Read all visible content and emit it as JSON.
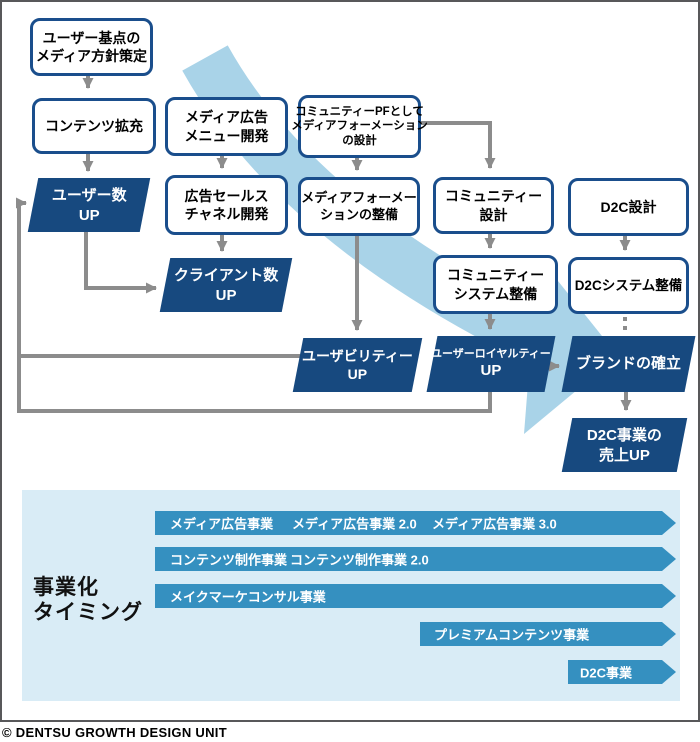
{
  "flow": {
    "policy": {
      "lines": [
        "ユーザー基点の",
        "メディア方針策定"
      ]
    },
    "content_expand": {
      "lines": [
        "コンテンツ拡充"
      ]
    },
    "ad_menu": {
      "lines": [
        "メディア広告",
        "メニュー開発"
      ]
    },
    "community_pf": {
      "lines": [
        "コミュニティーPFとして",
        "メディアフォーメーション",
        "の設計"
      ]
    },
    "user_up": {
      "lines": [
        "ユーザー数",
        "UP"
      ]
    },
    "ad_sales": {
      "lines": [
        "広告セールス",
        "チャネル開発"
      ]
    },
    "formation": {
      "lines": [
        "メディアフォーメー",
        "ションの整備"
      ]
    },
    "community_design": {
      "lines": [
        "コミュニティー",
        "設計"
      ]
    },
    "d2c_design": {
      "lines": [
        "D2C設計"
      ]
    },
    "client_up": {
      "lines": [
        "クライアント数",
        "UP"
      ]
    },
    "community_system": {
      "lines": [
        "コミュニティー",
        "システム整備"
      ]
    },
    "d2c_system": {
      "lines": [
        "D2Cシステム整備"
      ]
    },
    "usability_up": {
      "lines": [
        "ユーザビリティー",
        "UP"
      ]
    },
    "loyalty_up": {
      "lines": [
        "ユーザーロイヤルティー",
        "UP"
      ]
    },
    "brand": {
      "lines": [
        "ブランドの確立"
      ]
    },
    "d2c_sales": {
      "lines": [
        "D2C事業の",
        "売上UP"
      ]
    }
  },
  "timeline": {
    "title_line1": "事業化",
    "title_line2": "タイミング",
    "bars": [
      {
        "labels": [
          "メディア広告事業",
          "メディア広告事業 2.0",
          "メディア広告事業 3.0"
        ]
      },
      {
        "labels": [
          "コンテンツ制作事業",
          "コンテンツ制作事業 2.0"
        ]
      },
      {
        "labels": [
          "メイクマーケコンサル事業"
        ]
      },
      {
        "labels": [
          "プレミアムコンテンツ事業"
        ]
      },
      {
        "labels": [
          "D2C事業"
        ]
      }
    ]
  },
  "footer": {
    "copyright": "© DENTSU GROWTH DESIGN UNIT"
  },
  "colors": {
    "box_fill_dark": "#17497F",
    "box_border": "#1A4E8C",
    "band_light_blue": "#A9D3E8",
    "panel_bg": "#D9ECF6",
    "bar_blue": "#3590C0",
    "arrow_gray": "#8C8C8C",
    "frame_border": "#58585A"
  }
}
